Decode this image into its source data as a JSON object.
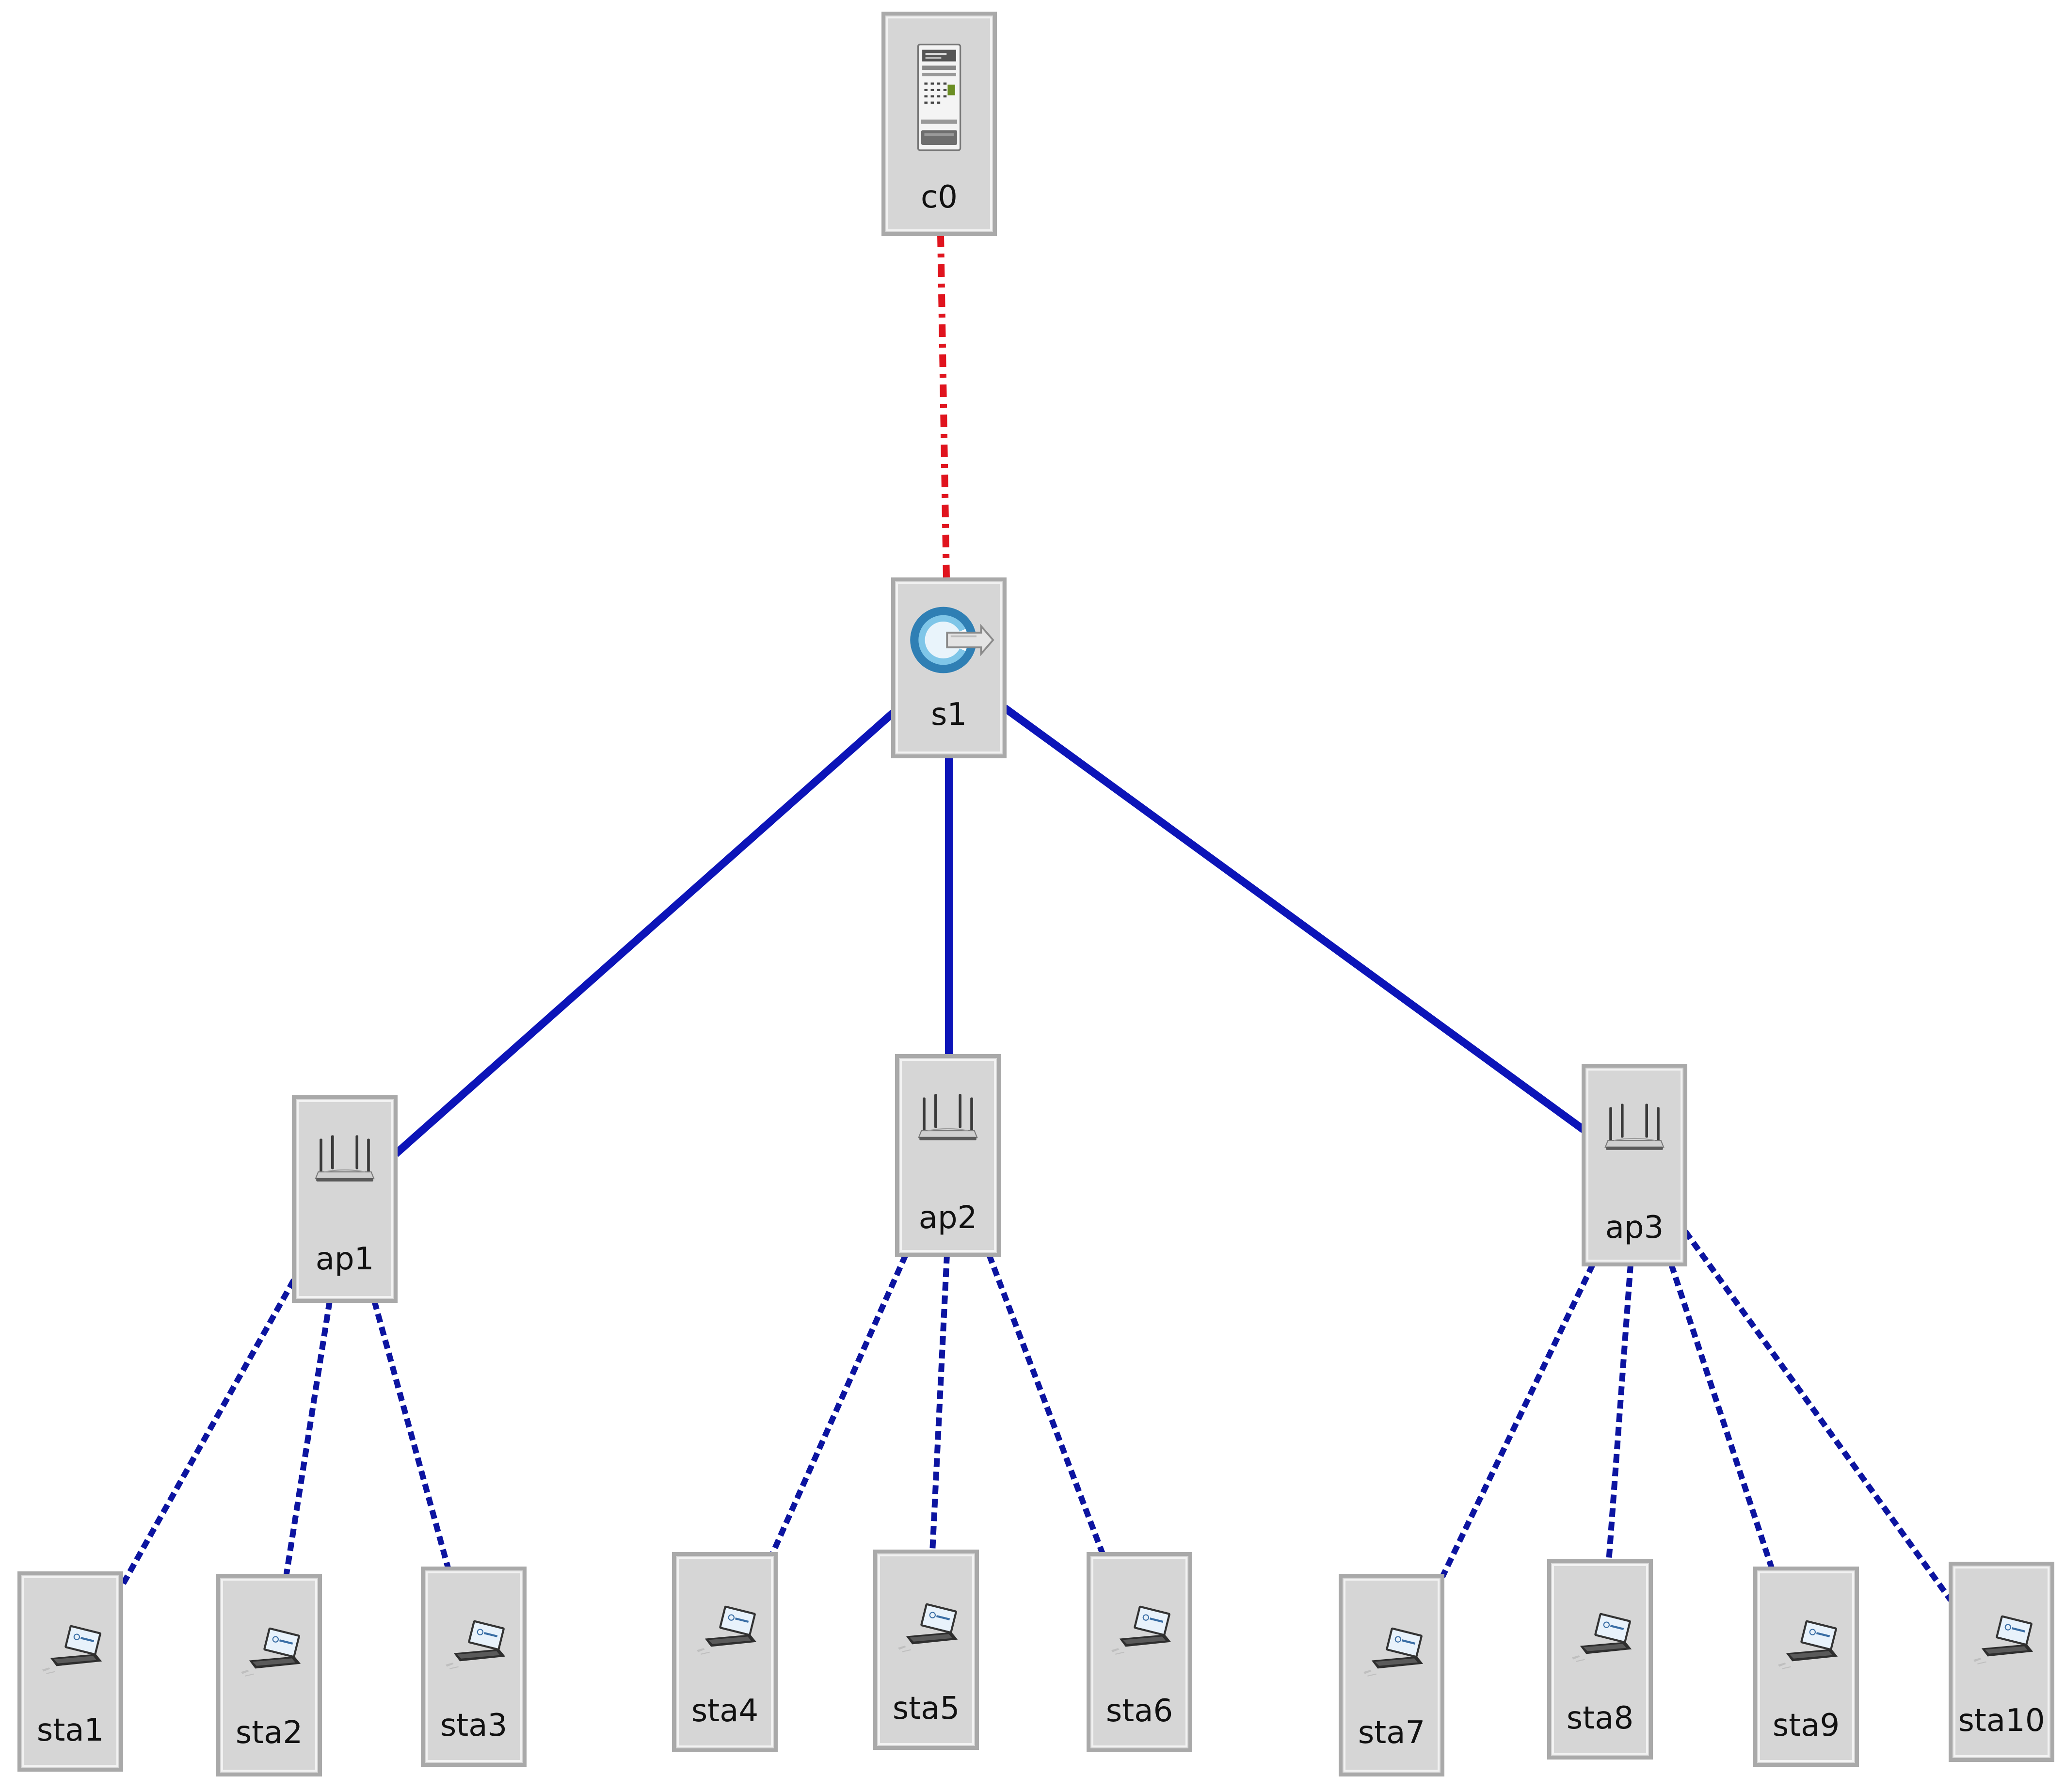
{
  "diagram": {
    "colors": {
      "canvas": "#ffffff",
      "node_fill": "#d6d6d6",
      "node_border": "#a9a9a9",
      "controller_link": "#e0141e",
      "wired_link": "#0c14b8",
      "wireless_link": "#0c14a0"
    },
    "nodes": [
      {
        "id": "c0",
        "label": "c0",
        "kind": "controller",
        "icon": "controller-server-icon"
      },
      {
        "id": "s1",
        "label": "s1",
        "kind": "switch",
        "icon": "openflow-switch-icon"
      },
      {
        "id": "ap1",
        "label": "ap1",
        "kind": "access-point",
        "icon": "wifi-router-icon"
      },
      {
        "id": "ap2",
        "label": "ap2",
        "kind": "access-point",
        "icon": "wifi-router-icon"
      },
      {
        "id": "ap3",
        "label": "ap3",
        "kind": "access-point",
        "icon": "wifi-router-icon"
      },
      {
        "id": "sta1",
        "label": "sta1",
        "kind": "station",
        "icon": "laptop-icon"
      },
      {
        "id": "sta2",
        "label": "sta2",
        "kind": "station",
        "icon": "laptop-icon"
      },
      {
        "id": "sta3",
        "label": "sta3",
        "kind": "station",
        "icon": "laptop-icon"
      },
      {
        "id": "sta4",
        "label": "sta4",
        "kind": "station",
        "icon": "laptop-icon"
      },
      {
        "id": "sta5",
        "label": "sta5",
        "kind": "station",
        "icon": "laptop-icon"
      },
      {
        "id": "sta6",
        "label": "sta6",
        "kind": "station",
        "icon": "laptop-icon"
      },
      {
        "id": "sta7",
        "label": "sta7",
        "kind": "station",
        "icon": "laptop-icon"
      },
      {
        "id": "sta8",
        "label": "sta8",
        "kind": "station",
        "icon": "laptop-icon"
      },
      {
        "id": "sta9",
        "label": "sta9",
        "kind": "station",
        "icon": "laptop-icon"
      },
      {
        "id": "sta10",
        "label": "sta10",
        "kind": "station",
        "icon": "laptop-icon"
      }
    ],
    "links": [
      {
        "from": "c0",
        "to": "s1",
        "style": "controller"
      },
      {
        "from": "s1",
        "to": "ap1",
        "style": "wired"
      },
      {
        "from": "s1",
        "to": "ap2",
        "style": "wired"
      },
      {
        "from": "s1",
        "to": "ap3",
        "style": "wired"
      },
      {
        "from": "ap1",
        "to": "sta1",
        "style": "wireless"
      },
      {
        "from": "ap1",
        "to": "sta2",
        "style": "wireless"
      },
      {
        "from": "ap1",
        "to": "sta3",
        "style": "wireless"
      },
      {
        "from": "ap2",
        "to": "sta4",
        "style": "wireless"
      },
      {
        "from": "ap2",
        "to": "sta5",
        "style": "wireless"
      },
      {
        "from": "ap2",
        "to": "sta6",
        "style": "wireless"
      },
      {
        "from": "ap3",
        "to": "sta7",
        "style": "wireless"
      },
      {
        "from": "ap3",
        "to": "sta8",
        "style": "wireless"
      },
      {
        "from": "ap3",
        "to": "sta9",
        "style": "wireless"
      },
      {
        "from": "ap3",
        "to": "sta10",
        "style": "wireless"
      }
    ]
  }
}
